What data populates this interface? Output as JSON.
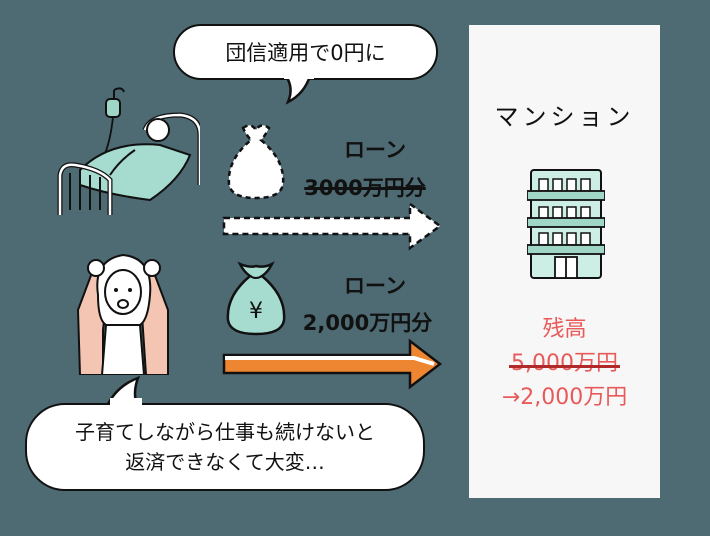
{
  "bubbles": {
    "top": "団信適用で0円に",
    "bottom_line1": "子育てしながら仕事も続けないと",
    "bottom_line2": "返済できなくて大変…"
  },
  "loans": {
    "upper": {
      "label": "ローン",
      "amount": "3000万円分",
      "amount_struck": true,
      "icon": "money-bag-dashed-icon",
      "arrow": "dashed-white-arrow"
    },
    "lower": {
      "label": "ローン",
      "amount": "2,000万円分",
      "amount_struck": false,
      "icon": "money-bag-yen-icon",
      "yen_symbol": "¥",
      "arrow": "orange-arrow"
    }
  },
  "illustrations": {
    "hospital": "patient-in-hospital-bed",
    "worried": "worried-woman-holding-head"
  },
  "panel": {
    "title": "マンション",
    "icon": "apartment-building-icon",
    "balance_label": "残高",
    "old_balance": "5,000万円",
    "new_balance": "→2,000万円"
  },
  "colors": {
    "background": "#4e6a72",
    "panel": "#f7f7f7",
    "accent_red": "#e85a5a",
    "orange": "#ee8530",
    "mint": "#a5dccf"
  }
}
